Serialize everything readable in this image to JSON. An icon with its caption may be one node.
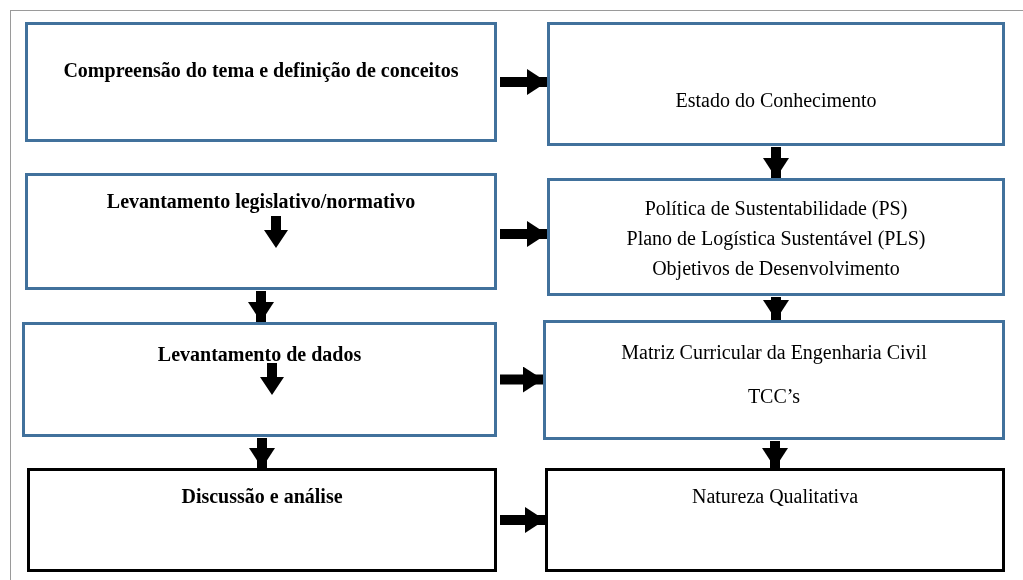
{
  "diagram": {
    "nodes": [
      {
        "text": [
          "Compreensão do tema e definição de conceitos"
        ]
      },
      {
        "text": [
          "Estado do Conhecimento"
        ]
      },
      {
        "text": [
          "Levantamento legislativo/normativo"
        ]
      },
      {
        "text": [
          "Política de Sustentabilidade (PS)",
          "Plano de Logística Sustentável (PLS)",
          "Objetivos de Desenvolvimento"
        ]
      },
      {
        "text": [
          "Levantamento de dados"
        ]
      },
      {
        "text": [
          "Matriz Curricular da Engenharia Civil",
          "TCC’s"
        ]
      },
      {
        "text": [
          "Discussão e análise"
        ]
      },
      {
        "text": [
          "Natureza Qualitativa"
        ]
      }
    ],
    "edges": [
      {
        "from": 0,
        "to": 1,
        "arrow": "to"
      },
      {
        "from": 1,
        "to": 3,
        "arrow": "to"
      },
      {
        "from": 2,
        "to": 3,
        "arrow": "to"
      },
      {
        "from": 2,
        "to": 4,
        "arrow": "to"
      },
      {
        "from": 3,
        "to": 5,
        "arrow": "to"
      },
      {
        "from": 4,
        "to": 5,
        "arrow": "to"
      },
      {
        "from": 4,
        "to": 6,
        "arrow": "to"
      },
      {
        "from": 5,
        "to": 7,
        "arrow": "to"
      },
      {
        "from": 6,
        "to": 7,
        "arrow": "to"
      }
    ]
  }
}
